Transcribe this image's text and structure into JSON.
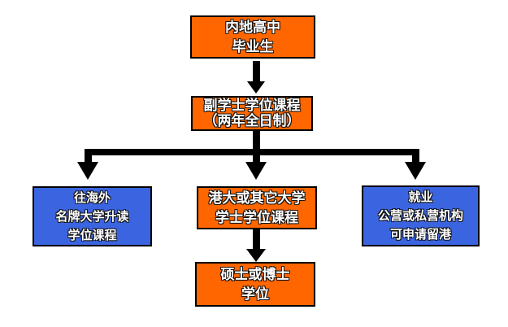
{
  "flowchart": {
    "nodes": {
      "top": {
        "text": "内地高中\n毕业生",
        "fill": "#FF6600"
      },
      "associate": {
        "text": "副学士学位课程\n（两年全日制）",
        "fill": "#FF6600"
      },
      "overseas": {
        "text": "往海外\n名牌大学升读\n学位课程",
        "fill": "#3B64E0"
      },
      "bachelor": {
        "text": "港大或其它大学\n学士学位课程",
        "fill": "#FF6600"
      },
      "employment": {
        "text": "就业\n公营或私营机构\n可申请留港",
        "fill": "#3B64E0"
      },
      "postgraduate": {
        "text": "硕士或博士\n学位",
        "fill": "#FF6600"
      }
    },
    "edges": [
      {
        "from": "top",
        "to": "associate"
      },
      {
        "from": "associate",
        "to": "overseas"
      },
      {
        "from": "associate",
        "to": "bachelor"
      },
      {
        "from": "associate",
        "to": "employment"
      },
      {
        "from": "bachelor",
        "to": "postgraduate"
      }
    ],
    "colors": {
      "orange_fill": "#FF6600",
      "blue_fill": "#3B64E0",
      "border": "#000000",
      "arrow": "#000000",
      "text": "#FFFFFF",
      "background": "#FFFFFF"
    }
  }
}
